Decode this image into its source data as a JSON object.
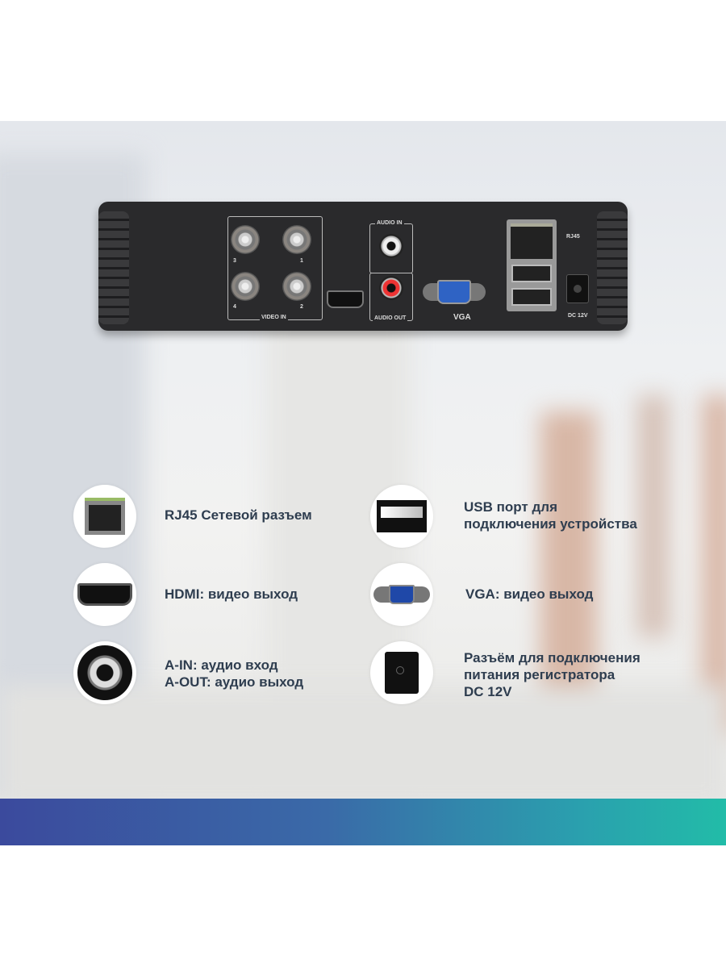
{
  "device": {
    "video_in_label": "VIDEO IN",
    "channel_labels": [
      "3",
      "1",
      "4",
      "2"
    ],
    "audio_in_label": "AUDIO IN",
    "audio_out_label": "AUDIO OUT",
    "vga_label": "VGA",
    "rj45_label": "RJ45",
    "dc_label": "DC 12V"
  },
  "features": [
    {
      "icon": "rj45-port-icon",
      "lines": [
        "RJ45 Сетевой разъем"
      ]
    },
    {
      "icon": "usb-port-icon",
      "lines": [
        "USB  порт для",
        "подключения устройства"
      ]
    },
    {
      "icon": "hdmi-port-icon",
      "lines": [
        "HDMI: видео выход"
      ]
    },
    {
      "icon": "vga-port-icon",
      "lines": [
        "VGA: видео выход"
      ]
    },
    {
      "icon": "rca-jack-icon",
      "lines": [
        "A-IN: аудио вход",
        "A-OUT: аудио выход"
      ]
    },
    {
      "icon": "dc-power-jack-icon",
      "lines": [
        "Разъём для подключения",
        "питания регистратора",
        "DC 12V"
      ]
    }
  ],
  "colors": {
    "text": "#2e3d4f",
    "band_start": "#3b4a9d",
    "band_end": "#22bca8"
  }
}
